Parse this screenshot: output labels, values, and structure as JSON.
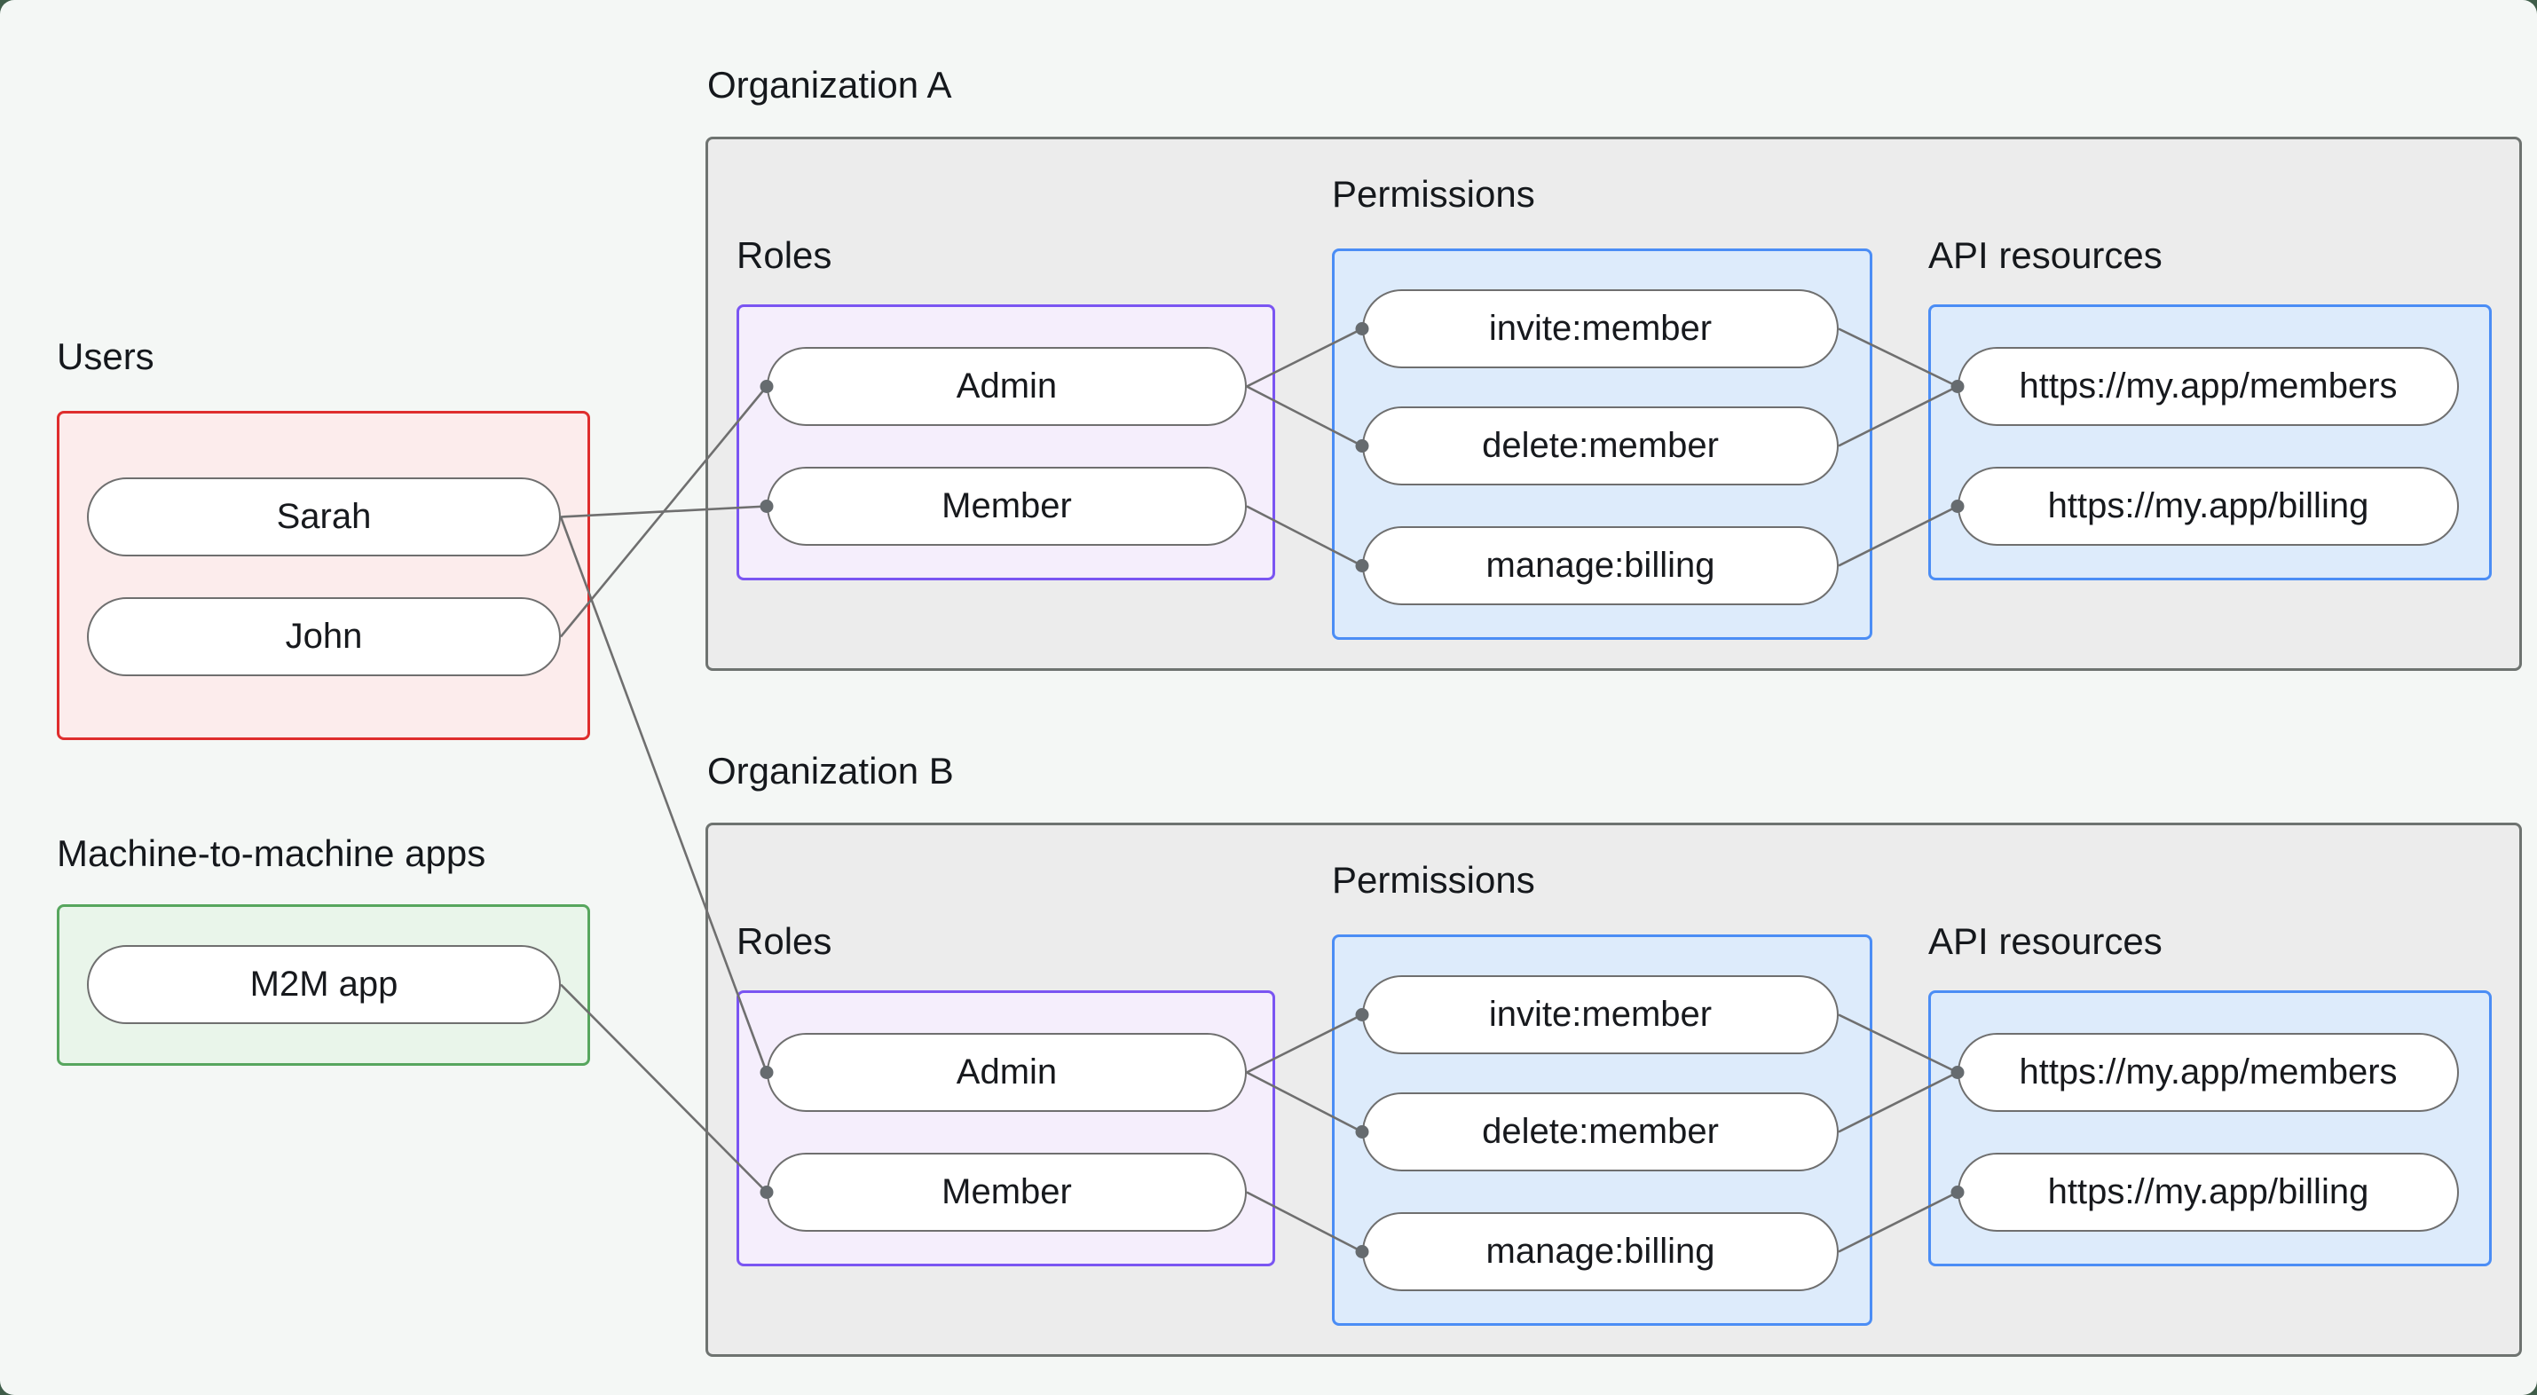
{
  "colors": {
    "page_bg": "#f4f7f5",
    "outside_bg": "#3f5d49",
    "org_box_fill": "#ececec",
    "org_box_border": "#6e7370",
    "users_box_fill": "#fcecec",
    "users_box_border": "#df2d2d",
    "m2m_box_fill": "#e9f5ea",
    "m2m_box_border": "#57a65e",
    "roles_box_fill": "#f5eefc",
    "roles_box_border": "#7a55f2",
    "permissions_box_fill": "#ddebfb",
    "permissions_box_border": "#4b8df5",
    "pill_border": "#6f6f6f",
    "connector_line": "#6f6f6f",
    "connector_dot": "#666b6f",
    "text": "#17191d"
  },
  "users_group": {
    "label": "Users",
    "items": [
      "Sarah",
      "John"
    ]
  },
  "m2m_group": {
    "label": "Machine-to-machine apps",
    "items": [
      "M2M app"
    ]
  },
  "orgs": [
    {
      "title": "Organization A",
      "roles": {
        "label": "Roles",
        "items": [
          "Admin",
          "Member"
        ]
      },
      "permissions": {
        "label": "Permissions",
        "items": [
          "invite:member",
          "delete:member",
          "manage:billing"
        ]
      },
      "resources": {
        "label": "API resources",
        "items": [
          "https://my.app/members",
          "https://my.app/billing"
        ]
      }
    },
    {
      "title": "Organization B",
      "roles": {
        "label": "Roles",
        "items": [
          "Admin",
          "Member"
        ]
      },
      "permissions": {
        "label": "Permissions",
        "items": [
          "invite:member",
          "delete:member",
          "manage:billing"
        ]
      },
      "resources": {
        "label": "API resources",
        "items": [
          "https://my.app/members",
          "https://my.app/billing"
        ]
      }
    }
  ],
  "edges": [
    {
      "from": "Sarah",
      "to": "Organization A / Member"
    },
    {
      "from": "John",
      "to": "Organization A / Admin"
    },
    {
      "from": "Sarah",
      "to": "Organization B / Admin"
    },
    {
      "from": "M2M app",
      "to": "Organization B / Member"
    },
    {
      "from": "Organization A / Admin",
      "to": "Organization A / invite:member"
    },
    {
      "from": "Organization A / Admin",
      "to": "Organization A / delete:member"
    },
    {
      "from": "Organization A / Member",
      "to": "Organization A / manage:billing"
    },
    {
      "from": "Organization A / invite:member",
      "to": "Organization A / https://my.app/members"
    },
    {
      "from": "Organization A / delete:member",
      "to": "Organization A / https://my.app/members"
    },
    {
      "from": "Organization A / manage:billing",
      "to": "Organization A / https://my.app/billing"
    },
    {
      "from": "Organization B / Admin",
      "to": "Organization B / invite:member"
    },
    {
      "from": "Organization B / Admin",
      "to": "Organization B / delete:member"
    },
    {
      "from": "Organization B / Member",
      "to": "Organization B / manage:billing"
    },
    {
      "from": "Organization B / invite:member",
      "to": "Organization B / https://my.app/members"
    },
    {
      "from": "Organization B / delete:member",
      "to": "Organization B / https://my.app/members"
    },
    {
      "from": "Organization B / manage:billing",
      "to": "Organization B / https://my.app/billing"
    }
  ]
}
